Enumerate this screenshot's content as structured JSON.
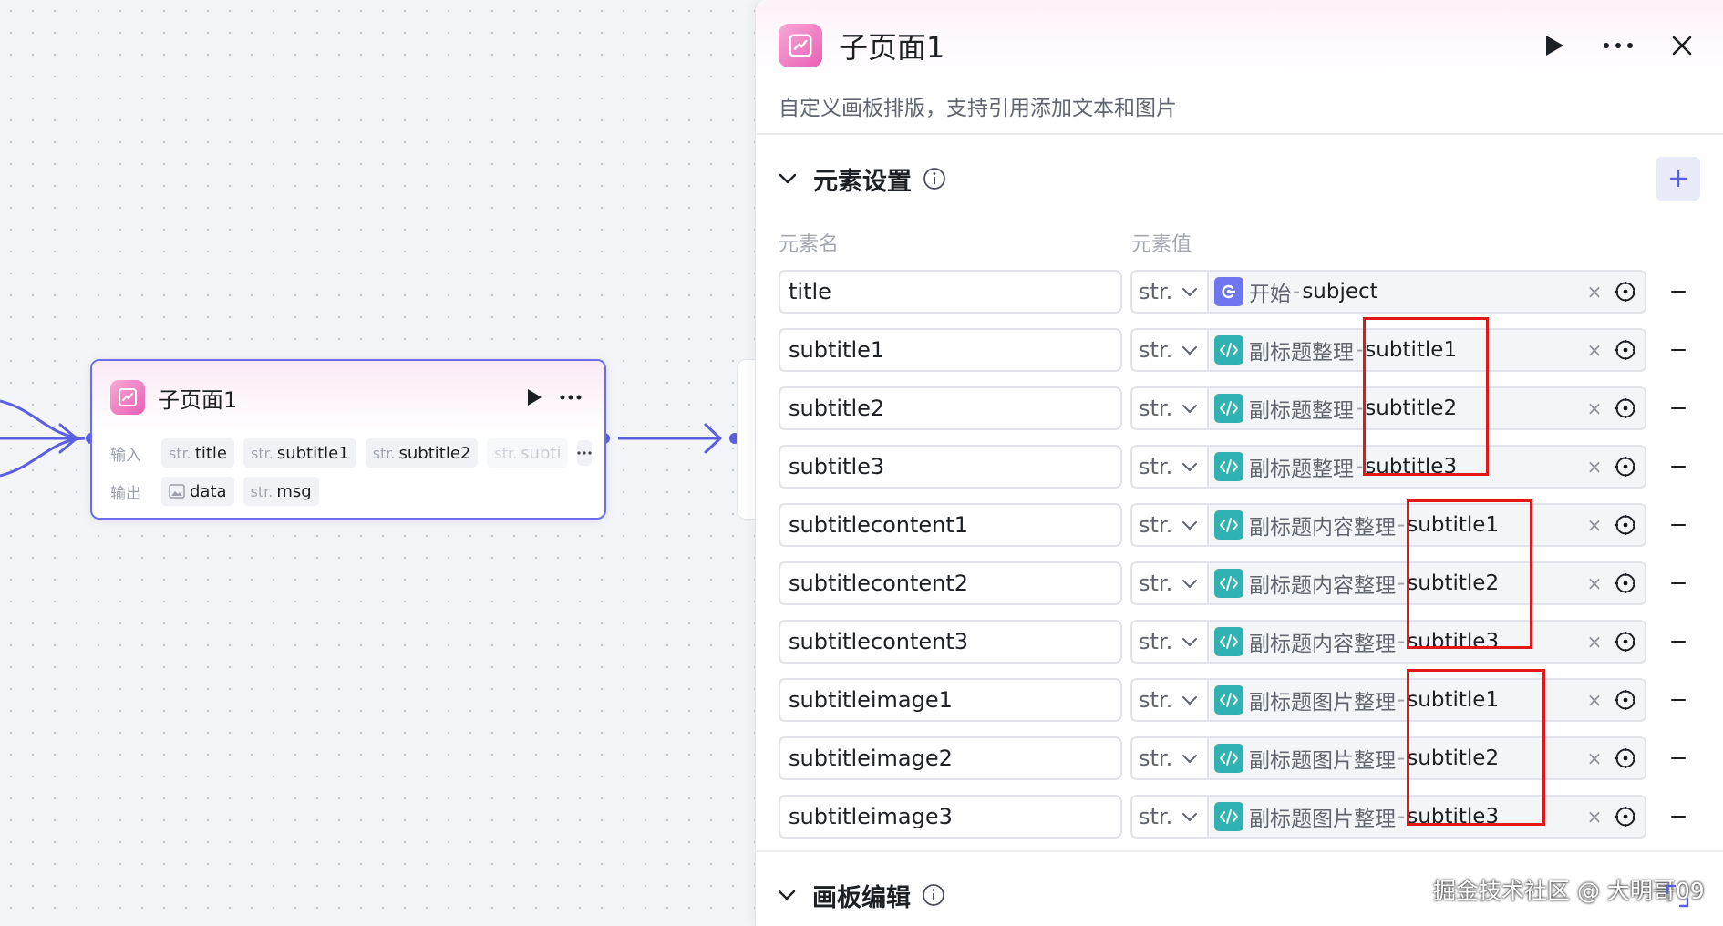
{
  "node": {
    "title": "子页面1",
    "input_label": "输入",
    "output_label": "输出",
    "inputs": [
      {
        "type": "str.",
        "name": "title"
      },
      {
        "type": "str.",
        "name": "subtitle1"
      },
      {
        "type": "str.",
        "name": "subtitle2"
      },
      {
        "type": "str.",
        "name": "subti"
      }
    ],
    "outputs": [
      {
        "icon": "image-icon",
        "name": "data"
      },
      {
        "type": "str.",
        "name": "msg"
      }
    ]
  },
  "panel": {
    "title": "子页面1",
    "description": "自定义画板排版，支持引用添加文本和图片",
    "section1_title": "元素设置",
    "col_name": "元素名",
    "col_value": "元素值",
    "section2_title": "画板编辑",
    "rows": [
      {
        "name": "title",
        "type": "str.",
        "ref_icon": "start-icon",
        "ref_node": "开始",
        "sep": " - ",
        "ref_var": "subject"
      },
      {
        "name": "subtitle1",
        "type": "str.",
        "ref_icon": "code-icon",
        "ref_node": "副标题整理",
        "sep": " - ",
        "ref_var": "subtitle1"
      },
      {
        "name": "subtitle2",
        "type": "str.",
        "ref_icon": "code-icon",
        "ref_node": "副标题整理",
        "sep": " - ",
        "ref_var": "subtitle2"
      },
      {
        "name": "subtitle3",
        "type": "str.",
        "ref_icon": "code-icon",
        "ref_node": "副标题整理",
        "sep": " - ",
        "ref_var": "subtitle3"
      },
      {
        "name": "subtitlecontent1",
        "type": "str.",
        "ref_icon": "code-icon",
        "ref_node": "副标题内容整理",
        "sep": " - ",
        "ref_var": "subtitle1"
      },
      {
        "name": "subtitlecontent2",
        "type": "str.",
        "ref_icon": "code-icon",
        "ref_node": "副标题内容整理",
        "sep": " - ",
        "ref_var": "subtitle2"
      },
      {
        "name": "subtitlecontent3",
        "type": "str.",
        "ref_icon": "code-icon",
        "ref_node": "副标题内容整理",
        "sep": " - ",
        "ref_var": "subtitle3"
      },
      {
        "name": "subtitleimage1",
        "type": "str.",
        "ref_icon": "code-icon",
        "ref_node": "副标题图片整理",
        "sep": " - ",
        "ref_var": "subtitle1"
      },
      {
        "name": "subtitleimage2",
        "type": "str.",
        "ref_icon": "code-icon",
        "ref_node": "副标题图片整理",
        "sep": " - ",
        "ref_var": "subtitle2"
      },
      {
        "name": "subtitleimage3",
        "type": "str.",
        "ref_icon": "code-icon",
        "ref_node": "副标题图片整理",
        "sep": " - ",
        "ref_var": "subtitle3"
      }
    ]
  },
  "watermark": "掘金技术社区 @ 大明哥09",
  "colors": {
    "accent": "#5a5fe0",
    "node_border": "#6b6ee8",
    "app_icon": "#e95fb4",
    "start_icon": "#6e75f0",
    "code_icon": "#2fb3b2",
    "highlight": "#e01818"
  }
}
